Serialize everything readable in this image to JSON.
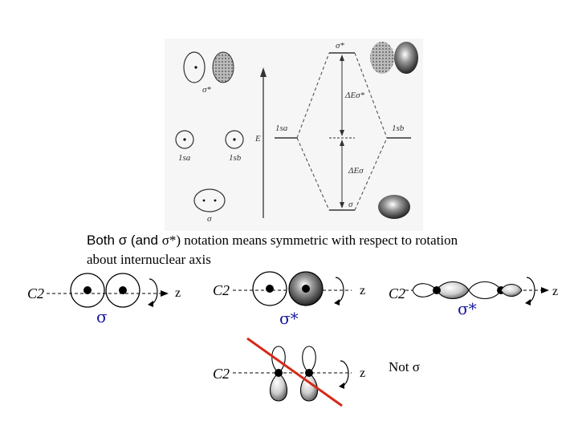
{
  "caption": {
    "part1": "Both ",
    "sigma1": "σ",
    "part2": " (and ",
    "sigma_star1": "σ*",
    "part3": ") notation means symmetric with respect to rotation about internuclear axis"
  },
  "mo_diagram": {
    "sigma_star_top": "σ*",
    "sigma_star_left": "σ*",
    "delta_e_star": "ΔEσ*",
    "delta_e": "ΔEσ",
    "e_axis": "E",
    "ls_a_right": "1sa",
    "ls_b_right": "1sb",
    "ls_a_left": "1sa",
    "ls_b_left": "1sb",
    "sigma_bottom": "σ",
    "sigma_left_bottom": "σ"
  },
  "panels": {
    "c2": "C2",
    "axis": "z"
  },
  "labels": {
    "sigma": "σ",
    "sigma_star_mid": "σ*",
    "sigma_star_right": "σ*",
    "not_sigma": "Not σ"
  },
  "colors": {
    "symbol": "#1a1aa0",
    "cross_out": "#d42a1a"
  }
}
